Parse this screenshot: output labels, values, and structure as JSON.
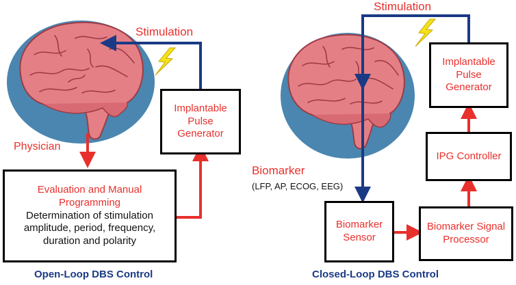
{
  "colors": {
    "accent_red": "#e8302c",
    "flow_blue": "#1a3a85",
    "bolt_yellow": "#f4e11c",
    "brain_pink": "#e57f86",
    "skull_blue": "#4a86b0"
  },
  "open_loop": {
    "stimulation_label": "Stimulation",
    "physician_label": "Physician",
    "ipg_box": [
      "Implantable",
      "Pulse",
      "Generator"
    ],
    "eval_box": {
      "title": [
        "Evaluation and Manual",
        "Programming"
      ],
      "body": [
        "Determination of stimulation",
        "amplitude, period, frequency,",
        "duration and polarity"
      ]
    },
    "caption": "Open-Loop DBS Control"
  },
  "closed_loop": {
    "stimulation_label": "Stimulation",
    "biomarker_label": "Biomarker",
    "biomarker_types": "(LFP, AP, ECOG, EEG)",
    "ipg_box": [
      "Implantable",
      "Pulse",
      "Generator"
    ],
    "ipg_controller_box": "IPG Controller",
    "sensor_box": [
      "Biomarker",
      "Sensor"
    ],
    "processor_box": [
      "Biomarker Signal",
      "Processor"
    ],
    "caption": "Closed-Loop DBS Control"
  }
}
